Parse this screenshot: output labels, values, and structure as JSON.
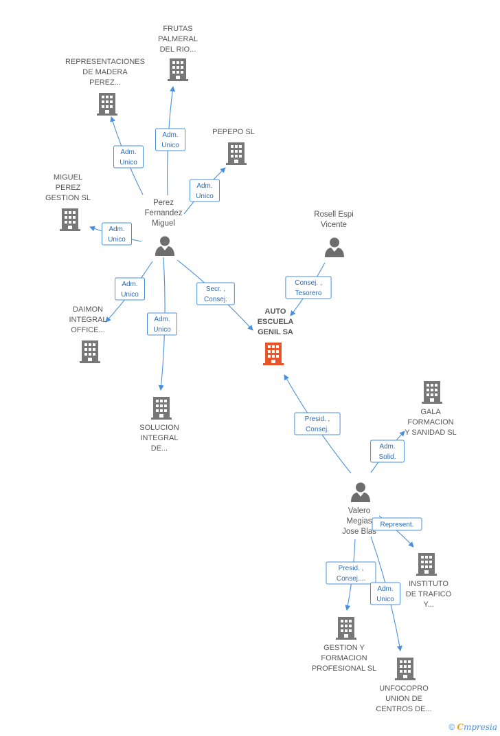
{
  "colors": {
    "edge": "#4a8fdb",
    "edge_text": "#2e6db4",
    "building": "#777777",
    "building_main": "#e8552b",
    "person": "#6d6d6d",
    "label": "#555555"
  },
  "nodes": [
    {
      "id": "frutas",
      "type": "company",
      "lines": [
        "FRUTAS",
        "PALMERAL",
        "DEL RIO..."
      ]
    },
    {
      "id": "representaciones",
      "type": "company",
      "lines": [
        "REPRESENTACIONES",
        "DE MADERA",
        "PEREZ..."
      ]
    },
    {
      "id": "pepepo",
      "type": "company",
      "lines": [
        "PEPEPO SL"
      ]
    },
    {
      "id": "miguel_perez",
      "type": "company",
      "lines": [
        "MIGUEL",
        "PEREZ",
        "GESTION SL"
      ]
    },
    {
      "id": "perez_fernandez",
      "type": "person",
      "lines": [
        "Perez",
        "Fernandez",
        "Miguel"
      ]
    },
    {
      "id": "rosell",
      "type": "person",
      "lines": [
        "Rosell Espi",
        "Vicente"
      ]
    },
    {
      "id": "auto_escuela",
      "type": "company_main",
      "lines": [
        "AUTO",
        "ESCUELA",
        "GENIL SA"
      ]
    },
    {
      "id": "daimon",
      "type": "company",
      "lines": [
        "DAIMON",
        "INTEGRAL",
        "OFFICE..."
      ]
    },
    {
      "id": "solucion",
      "type": "company",
      "lines": [
        "SOLUCION",
        "INTEGRAL",
        "DE..."
      ]
    },
    {
      "id": "gala",
      "type": "company",
      "lines": [
        "GALA",
        "FORMACION",
        "Y SANIDAD SL"
      ]
    },
    {
      "id": "valero",
      "type": "person",
      "lines": [
        "Valero",
        "Megias",
        "Jose Blas"
      ]
    },
    {
      "id": "instituto",
      "type": "company",
      "lines": [
        "INSTITUTO",
        "DE TRAFICO",
        "Y..."
      ]
    },
    {
      "id": "gestion_formacion",
      "type": "company",
      "lines": [
        "GESTION Y",
        "FORMACION",
        "PROFESIONAL SL"
      ]
    },
    {
      "id": "unfocopro",
      "type": "company",
      "lines": [
        "UNFOCOPRO",
        "UNION DE",
        "CENTROS DE..."
      ]
    }
  ],
  "edges": [
    {
      "from": "perez_fernandez",
      "to": "frutas",
      "lines": [
        "Adm.",
        "Unico"
      ]
    },
    {
      "from": "perez_fernandez",
      "to": "representaciones",
      "lines": [
        "Adm.",
        "Unico"
      ]
    },
    {
      "from": "perez_fernandez",
      "to": "pepepo",
      "lines": [
        "Adm.",
        "Unico"
      ]
    },
    {
      "from": "perez_fernandez",
      "to": "miguel_perez",
      "lines": [
        "Adm.",
        "Unico"
      ]
    },
    {
      "from": "perez_fernandez",
      "to": "daimon",
      "lines": [
        "Adm.",
        "Unico"
      ]
    },
    {
      "from": "perez_fernandez",
      "to": "solucion",
      "lines": [
        "Adm.",
        "Unico"
      ]
    },
    {
      "from": "perez_fernandez",
      "to": "auto_escuela",
      "lines": [
        "Secr. ,",
        "Consej."
      ]
    },
    {
      "from": "rosell",
      "to": "auto_escuela",
      "lines": [
        "Consej. ,",
        "Tesorero"
      ]
    },
    {
      "from": "valero",
      "to": "auto_escuela",
      "lines": [
        "Presid. ,",
        "Consej."
      ]
    },
    {
      "from": "valero",
      "to": "gala",
      "lines": [
        "Adm.",
        "Solid."
      ]
    },
    {
      "from": "valero",
      "to": "instituto",
      "lines": [
        "Represent."
      ]
    },
    {
      "from": "valero",
      "to": "gestion_formacion",
      "lines": [
        "Presid. ,",
        "Consej...."
      ]
    },
    {
      "from": "valero",
      "to": "unfocopro",
      "lines": [
        "Adm.",
        "Unico"
      ]
    }
  ],
  "footer": {
    "copyright": "©",
    "brand_initial": "C",
    "brand_rest": "mpresia"
  }
}
